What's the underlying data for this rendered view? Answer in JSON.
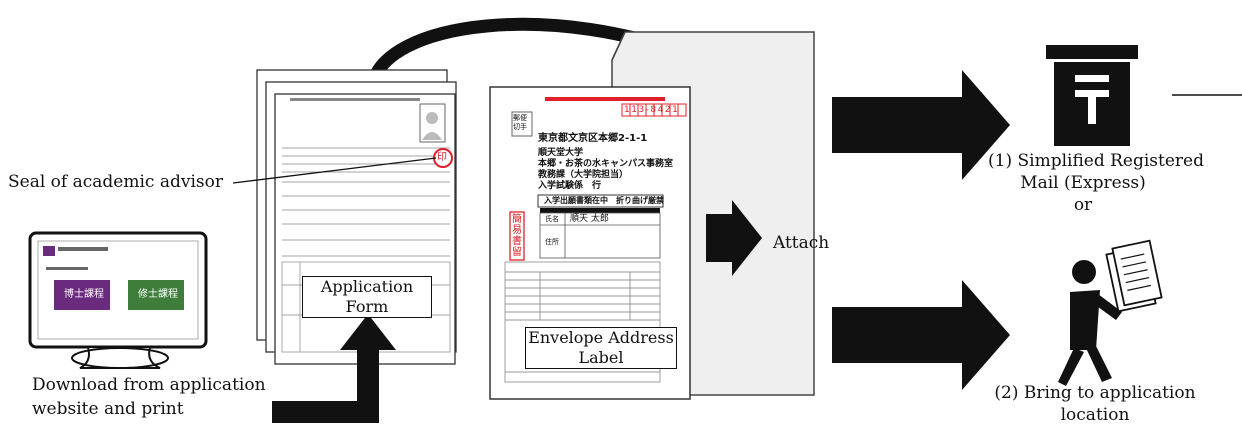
{
  "labels": {
    "seal": "Seal of academic advisor",
    "download_line1": "Download from application",
    "download_line2": "website and print",
    "application_form_line1": "Application",
    "application_form_line2": "Form",
    "envelope_label_line1": "Envelope Address",
    "envelope_label_line2": "Label",
    "attach": "Attach",
    "option1_line1": "(1) Simplified Registered",
    "option1_line2": "Mail (Express)",
    "option1_or": "or",
    "option2_line1": "(2) Bring to application",
    "option2_line2": "location"
  },
  "envelope_label": {
    "postal_code": "113-8421",
    "address": "東京都文京区本郷2-1-1",
    "recipient_1": "順天堂大学",
    "recipient_2": "本郷・お茶の水キャンパス事務室",
    "recipient_3": "教務課（大学院担当）",
    "recipient_4": "入学試験係　行",
    "banner": "入学出願書類在中　折り曲げ厳禁",
    "stamp": "簡易書留",
    "stamp_box": "郵便切手",
    "name_field": "氏名",
    "name_value": "順天 太郎",
    "address_field": "住所"
  },
  "form": {
    "seal_mark": "印"
  },
  "monitor": {
    "box1": "博士課程",
    "box2": "修士課程"
  },
  "colors": {
    "seal": "#e0202a",
    "monitor_purple": "#6a2a7e",
    "monitor_green": "#3f7d3a",
    "envelope_fill": "#efefef"
  }
}
